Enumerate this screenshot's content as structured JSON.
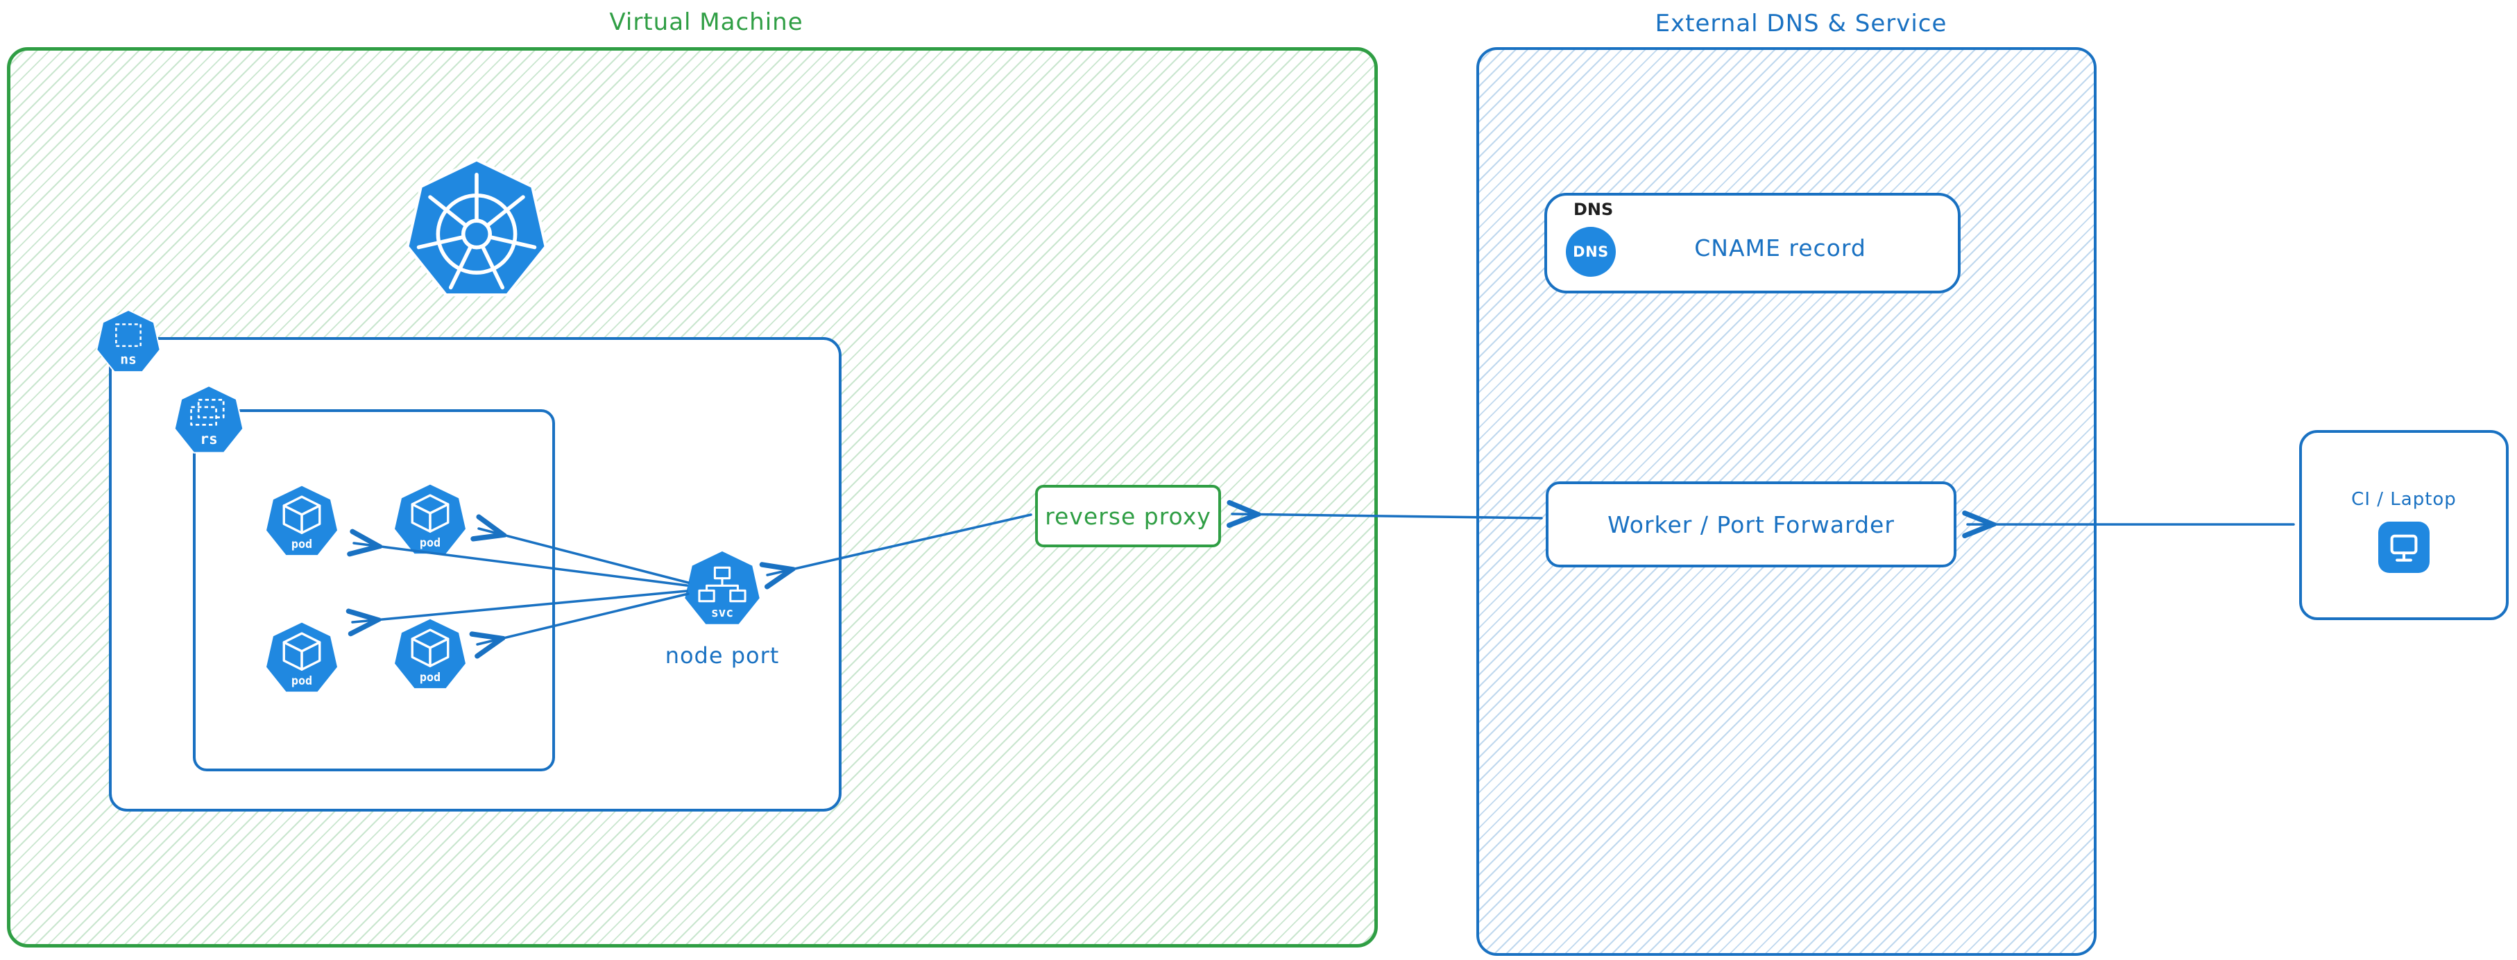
{
  "colors": {
    "green": "#2f9e44",
    "blue": "#1971c2",
    "icon_blue": "#2088e0",
    "text_dark": "#1e1e1e"
  },
  "virtual_machine": {
    "title": "Virtual Machine",
    "namespace_icon_label": "ns",
    "replicaset_icon_label": "rs",
    "pods": [
      {
        "label": "pod"
      },
      {
        "label": "pod"
      },
      {
        "label": "pod"
      },
      {
        "label": "pod"
      }
    ],
    "service": {
      "icon_label": "svc",
      "caption": "node port"
    },
    "reverse_proxy_label": "reverse proxy"
  },
  "external_dns": {
    "title": "External DNS & Service",
    "dns_card": {
      "tag": "DNS",
      "icon_label": "DNS",
      "record_label": "CNAME record"
    },
    "worker_label": "Worker / Port Forwarder"
  },
  "client": {
    "label": "CI / Laptop"
  }
}
